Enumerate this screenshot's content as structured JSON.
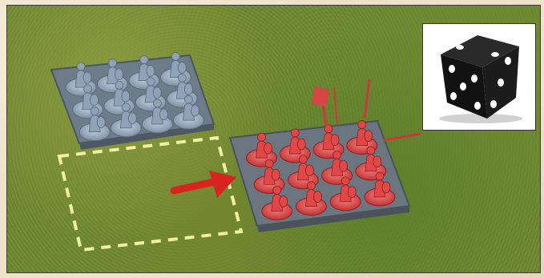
{
  "scene": {
    "board": "grass-battlefield",
    "player_unit": {
      "color": "#8ea2b8",
      "rows": 3,
      "cols": 4,
      "figures": 12
    },
    "enemy_unit": {
      "color": "#e04848",
      "rows": 3,
      "cols": 4,
      "figures": 12
    },
    "target_zone": {
      "style": "dashed",
      "color": "#f0f0a0"
    },
    "move_arrow": {
      "icon": "move-arrow",
      "color": "#d8231f"
    },
    "die": {
      "color": "#111111",
      "pip_color": "#ffffff",
      "faces_visible": [
        2,
        5,
        3
      ]
    }
  }
}
